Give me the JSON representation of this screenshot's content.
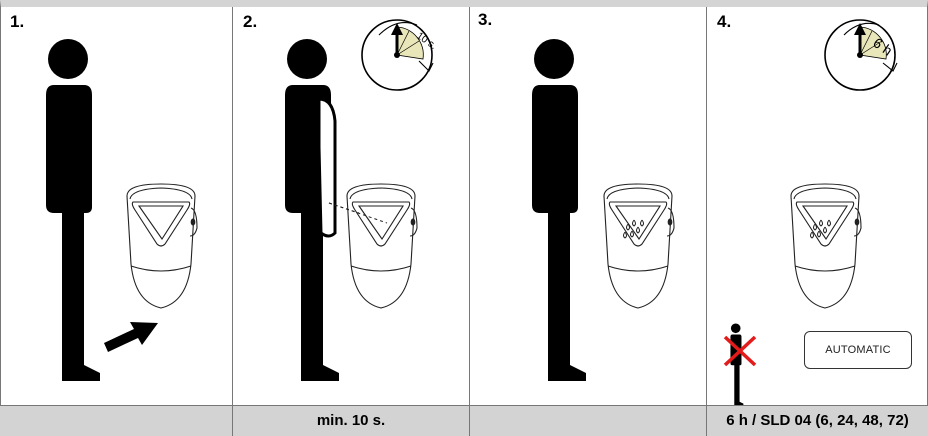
{
  "steps": [
    {
      "number": "1."
    },
    {
      "number": "2.",
      "timer_label": "10 s."
    },
    {
      "number": "3."
    },
    {
      "number": "4.",
      "timer_label": "6 h",
      "badge": "AUTOMATIC"
    }
  ],
  "footer": [
    "",
    "min. 10 s.",
    "",
    "6 h / SLD 04 (6, 24, 48, 72)"
  ],
  "colors": {
    "figure": "#000000",
    "timer_fill": "#e9e6b9",
    "cross": "#e31b1b",
    "footer_bg": "#d3d3d3"
  },
  "icons": [
    "person-icon",
    "urinal-icon",
    "arrow-icon",
    "timer-icon",
    "water-drops-icon",
    "no-person-icon"
  ]
}
